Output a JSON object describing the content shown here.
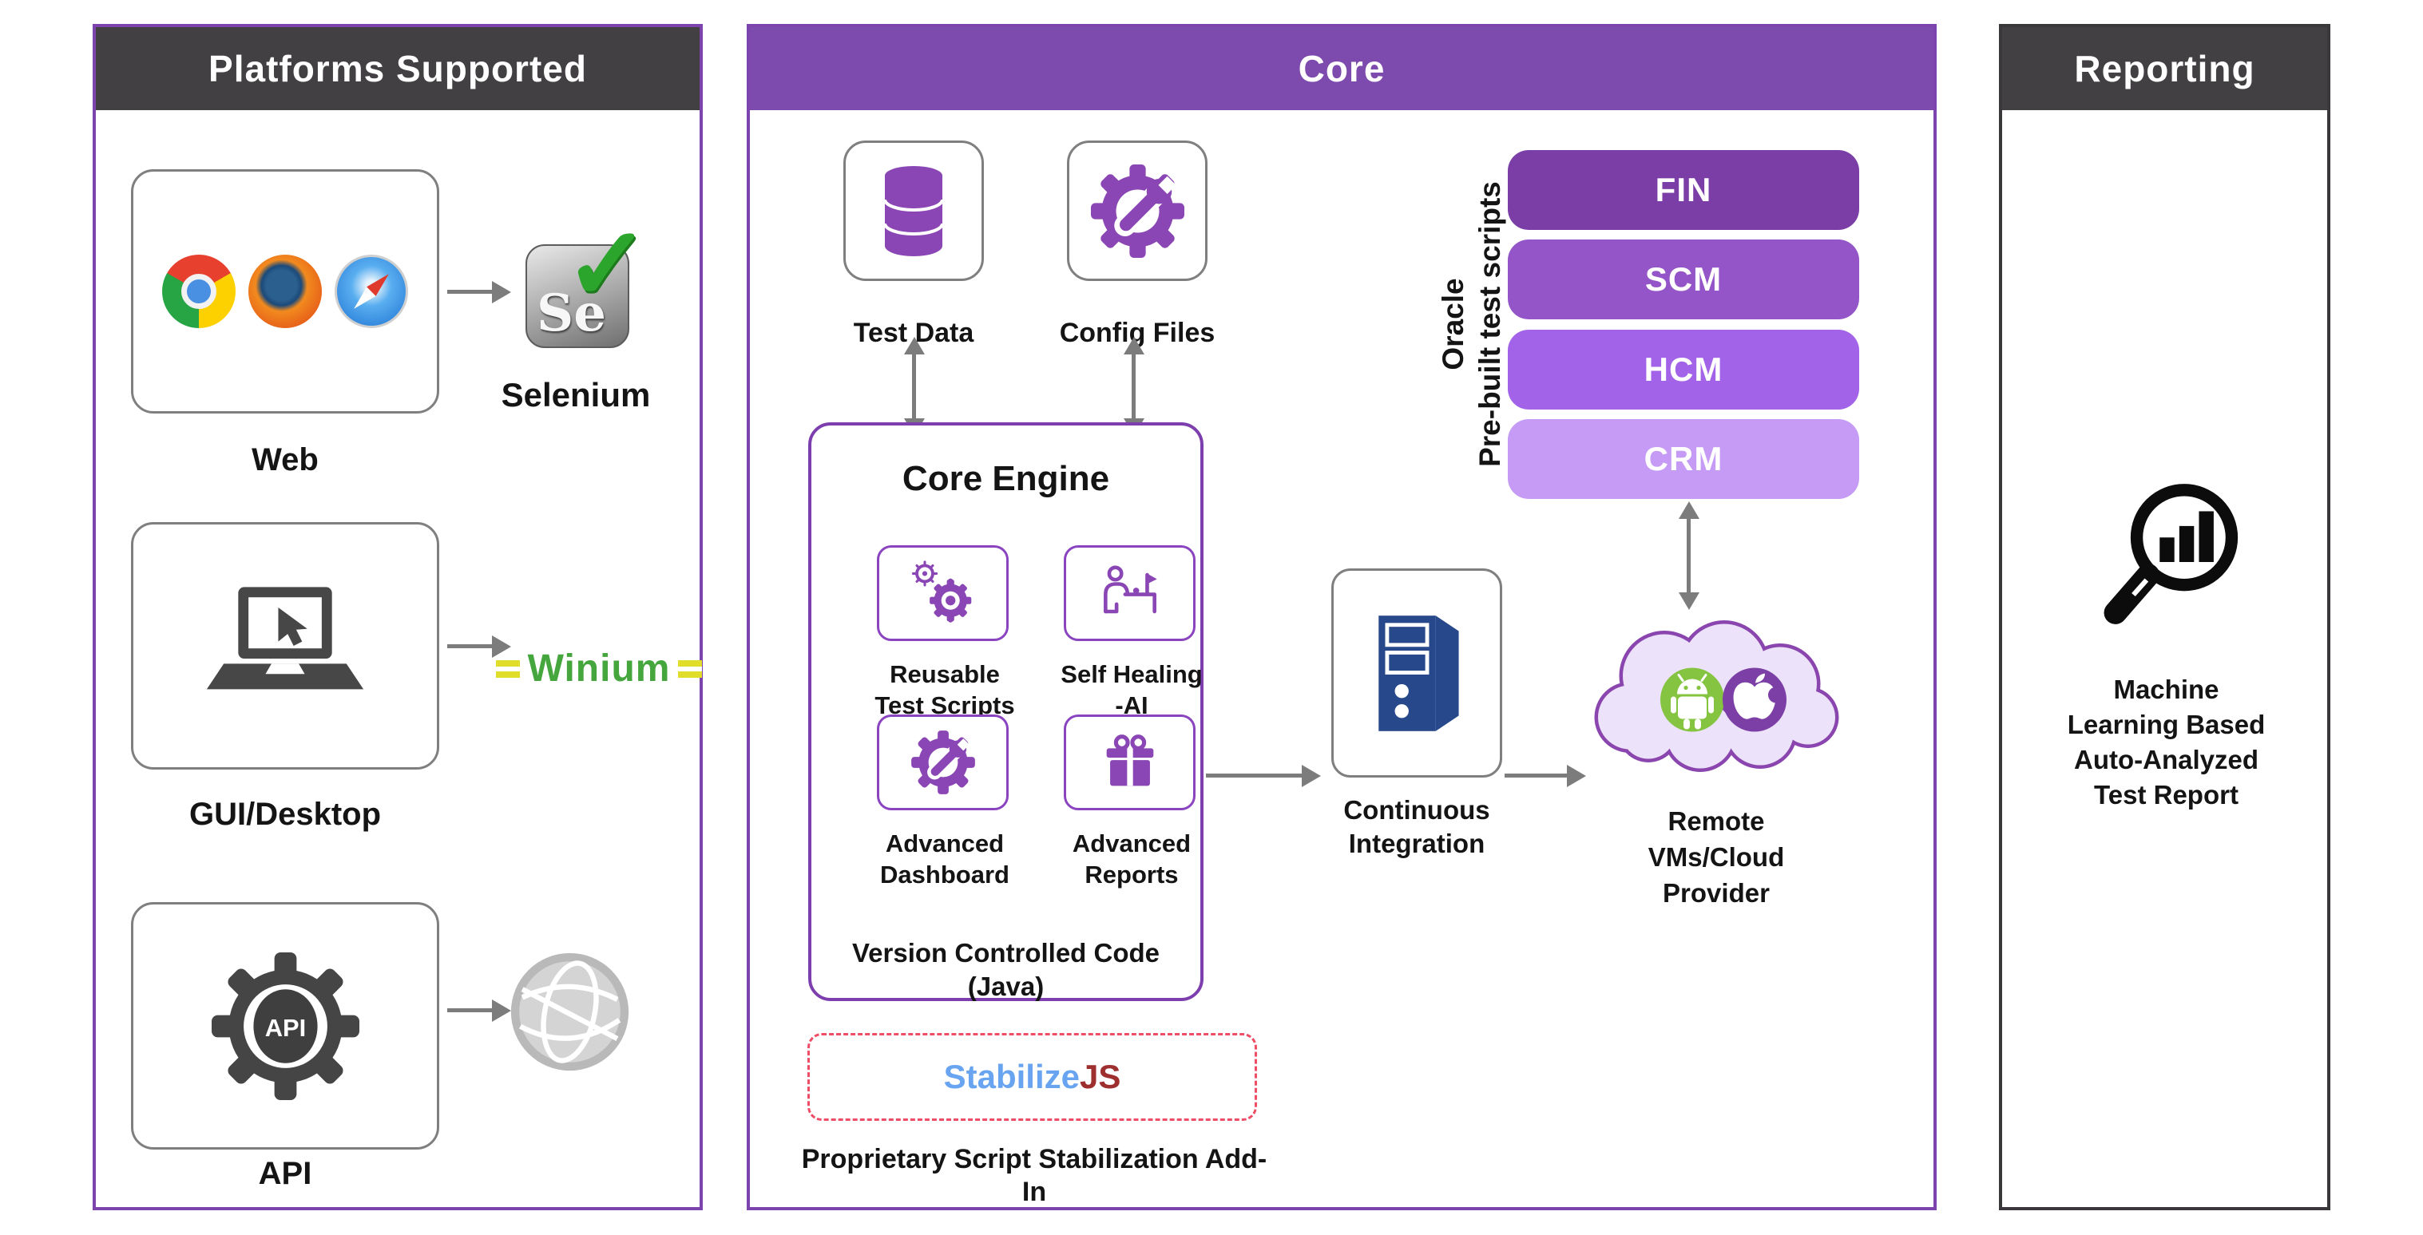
{
  "panels": {
    "platforms": {
      "title": "Platforms Supported"
    },
    "core": {
      "title": "Core"
    },
    "reporting": {
      "title": "Reporting"
    }
  },
  "platforms": {
    "web": {
      "label": "Web",
      "tool": "Selenium",
      "logo_text": "Se"
    },
    "gui": {
      "label": "GUI/Desktop",
      "tool": "Winium"
    },
    "api": {
      "label": "API",
      "icon_text": "API"
    }
  },
  "core": {
    "test_data_label": "Test Data",
    "config_files_label": "Config Files",
    "engine": {
      "title": "Core Engine",
      "items": [
        {
          "line1": "Reusable",
          "line2": "Test Scripts"
        },
        {
          "line1": "Self Healing",
          "line2": "-AI"
        },
        {
          "line1": "Advanced",
          "line2": "Dashboard"
        },
        {
          "line1": "Advanced",
          "line2": "Reports"
        }
      ],
      "footer_line1": "Version Controlled Code",
      "footer_line2": "(Java)"
    },
    "stabilize": {
      "blue": "Stabilize",
      "red": "JS"
    },
    "addin_caption": "Proprietary Script Stabilization Add-In",
    "ci": {
      "line1": "Continuous",
      "line2": "Integration"
    },
    "cloud": {
      "line1": "Remote VMs/Cloud",
      "line2": "Provider"
    },
    "oracle": {
      "line1": "Oracle",
      "line2": "Pre-built test scripts"
    },
    "modules": [
      {
        "label": "FIN",
        "color": "#7a3ea6"
      },
      {
        "label": "SCM",
        "color": "#9355c7"
      },
      {
        "label": "HCM",
        "color": "#a263e8"
      },
      {
        "label": "CRM",
        "color": "#c59bf5"
      }
    ]
  },
  "reporting": {
    "lines": [
      "Machine",
      "Learning Based",
      "Auto-Analyzed",
      "Test Report"
    ]
  },
  "colors": {
    "header_dark": "#434043",
    "header_purple": "#7d4aad",
    "panel_border_purple": "#7d44ad",
    "panel_border_dark": "#3a383a",
    "icon_purple": "#8a46b4",
    "engine_border_purple": "#7d3fae",
    "arrow_gray": "#7c7c7c",
    "box_border_gray": "#7f7f7f",
    "ci_blue": "#27498c",
    "cloud_fill": "#ece2fa",
    "cloud_stroke": "#8a46ae",
    "android_green": "#84c441",
    "apple_purple": "#7b3fa5",
    "selenium_check_green": "#2ba52b",
    "stabilize_blue": "#69a4f1",
    "stabilize_red": "#9e2f2f",
    "dashed_border_red": "#ef4d66",
    "winium_green": "#44a63c",
    "winium_yellow": "#e0de2a"
  }
}
